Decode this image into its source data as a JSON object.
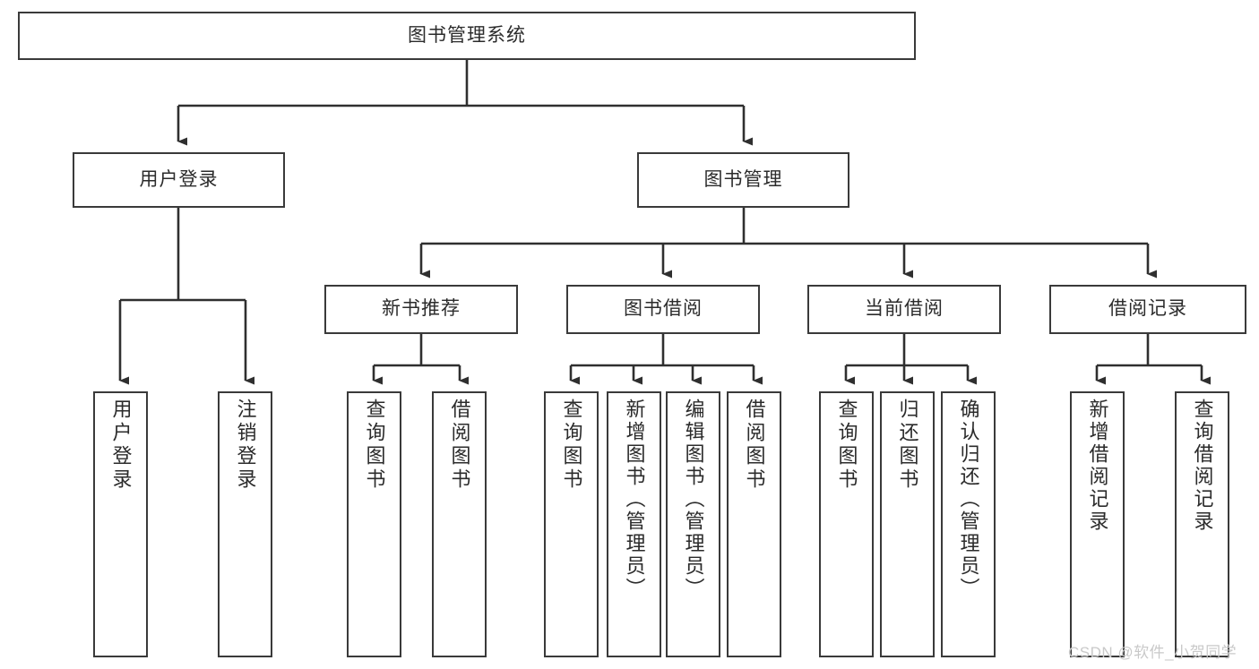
{
  "diagram": {
    "type": "tree",
    "title": "图书管理系统",
    "root": {
      "label": "图书管理系统"
    },
    "level1": [
      {
        "label": "用户登录"
      },
      {
        "label": "图书管理"
      }
    ],
    "level2": [
      {
        "label": "新书推荐"
      },
      {
        "label": "图书借阅"
      },
      {
        "label": "当前借阅"
      },
      {
        "label": "借阅记录"
      }
    ],
    "leaves": {
      "user_login": [
        {
          "label": "用户登录"
        },
        {
          "label": "注销登录"
        }
      ],
      "new_book_recommend": [
        {
          "label": "查询图书"
        },
        {
          "label": "借阅图书"
        }
      ],
      "book_borrow": [
        {
          "label": "查询图书"
        },
        {
          "label": "新增图书（管理员）"
        },
        {
          "label": "编辑图书（管理员）"
        },
        {
          "label": "借阅图书"
        }
      ],
      "current_borrow": [
        {
          "label": "查询图书"
        },
        {
          "label": "归还图书"
        },
        {
          "label": "确认归还（管理员）"
        }
      ],
      "borrow_record": [
        {
          "label": "新增借阅记录"
        },
        {
          "label": "查询借阅记录"
        }
      ]
    }
  },
  "watermark": {
    "text": "CSDN @软件_小贺同学"
  },
  "colors": {
    "border": "#3a3a3a",
    "text": "#2b2b2b",
    "background": "#ffffff",
    "watermark": "#c9c9c9"
  }
}
